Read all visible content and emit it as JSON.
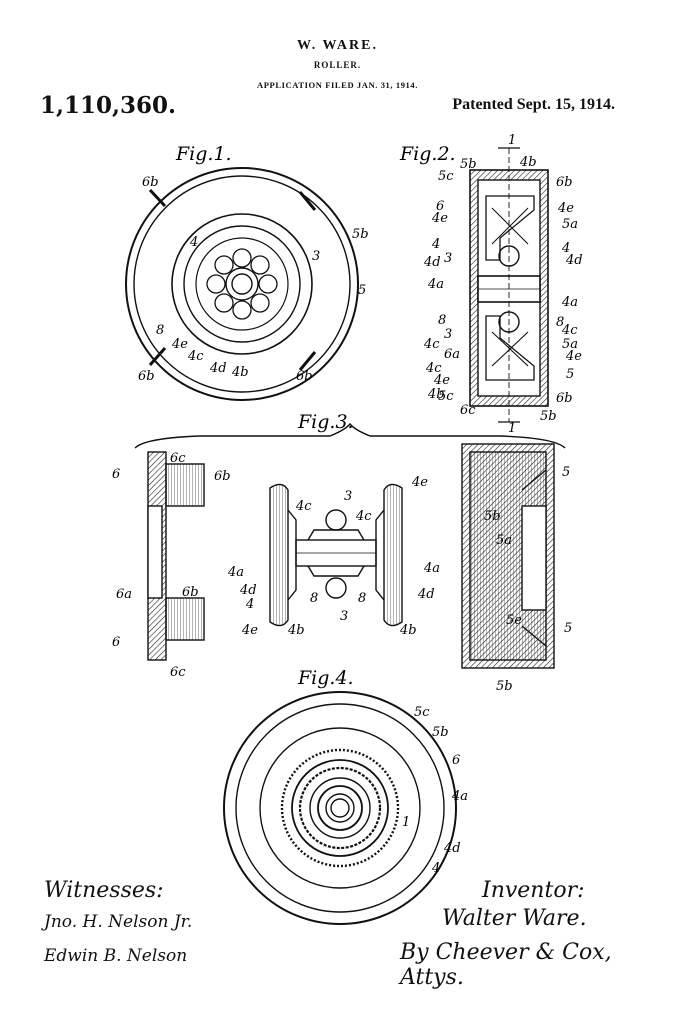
{
  "header": {
    "inventor": "W. WARE.",
    "title": "ROLLER.",
    "application": "APPLICATION FILED JAN. 31, 1914.",
    "patent_number": "1,110,360.",
    "patent_date": "Patented Sept. 15, 1914."
  },
  "figures": {
    "fig1": "Fig.1.",
    "fig2": "Fig.2.",
    "fig3": "Fig.3.",
    "fig4": "Fig.4."
  },
  "refs": {
    "fig1": [
      "6b",
      "5b",
      "4",
      "3",
      "5",
      "8",
      "4e",
      "4c",
      "4d",
      "4b",
      "6b",
      "6b"
    ],
    "fig2": [
      "5c",
      "5b",
      "4b",
      "6b",
      "6",
      "4e",
      "4e",
      "5a",
      "4",
      "4",
      "4d",
      "3",
      "4d",
      "4a",
      "4a",
      "8",
      "8",
      "4c",
      "3",
      "4c",
      "6a",
      "5a",
      "4c",
      "4e",
      "4e",
      "4b",
      "5",
      "5c",
      "6c",
      "5b",
      "6b",
      "1",
      "1"
    ],
    "fig3": [
      "6",
      "6c",
      "6b",
      "6a",
      "6b",
      "6",
      "6c",
      "4c",
      "3",
      "4e",
      "4c",
      "4a",
      "4a",
      "4d",
      "4d",
      "4",
      "8",
      "8",
      "4e",
      "4b",
      "3",
      "4b",
      "5",
      "5b",
      "5a",
      "5e",
      "5",
      "5b"
    ],
    "fig4": [
      "5c",
      "5b",
      "6",
      "4a",
      "1",
      "4d",
      "4"
    ]
  },
  "signatures": {
    "witnesses_label": "Witnesses:",
    "witness_1": "Jno. H. Nelson Jr.",
    "witness_2": "Edwin B. Nelson",
    "inventor_label": "Inventor:",
    "inventor_name": "Walter Ware.",
    "attorney": "By Cheever & Cox, Attys."
  }
}
